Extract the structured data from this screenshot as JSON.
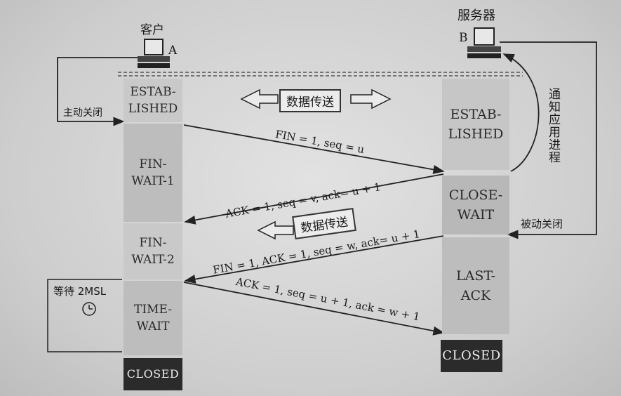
{
  "client": {
    "name": "客户",
    "letter": "A"
  },
  "server": {
    "name": "服务器",
    "letter": "B"
  },
  "left_states": [
    "ESTAB-\nLISHED",
    "FIN-\nWAIT-1",
    "FIN-\nWAIT-2",
    "TIME-\nWAIT",
    "CLOSED"
  ],
  "right_states": [
    "ESTAB-\nLISHED",
    "CLOSE-\nWAIT",
    "LAST-\nACK",
    "CLOSED"
  ],
  "data_transfer": "数据传送",
  "active_close": "主动关闭",
  "passive_close": "被动关闭",
  "notify_app": "通\n知\n应\n用\n进\n程",
  "wait_2msl": "等待 2MSL",
  "messages": {
    "m1": "FIN = 1, seq = u",
    "m2": "ACK = 1, seq = v, ack= u + 1",
    "m3": "FIN = 1, ACK = 1, seq = w, ack= u + 1",
    "m4": "ACK = 1, seq = u + 1, ack = w + 1"
  }
}
